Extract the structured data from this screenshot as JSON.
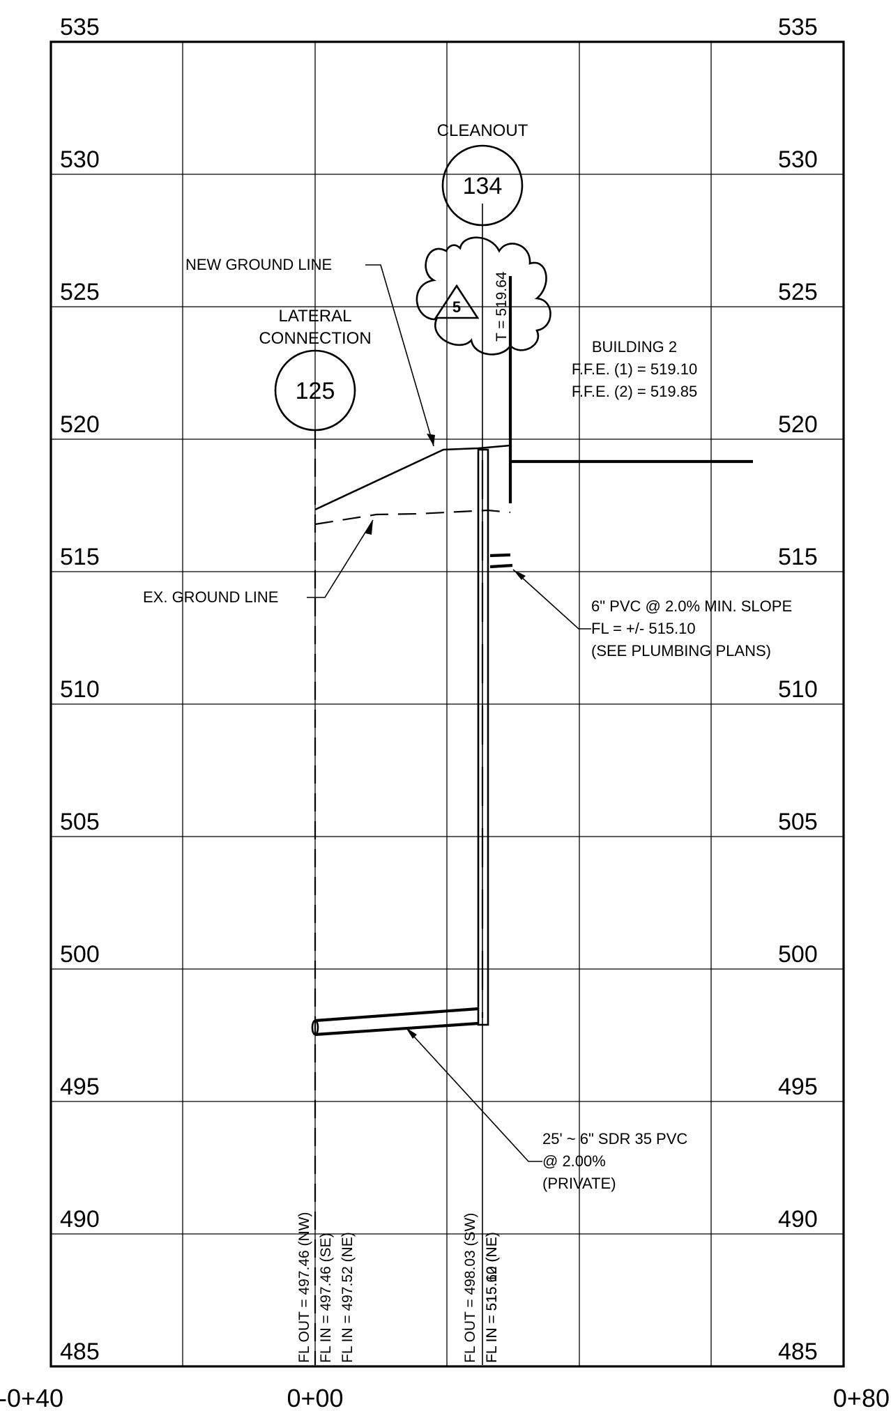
{
  "elevation_labels": [
    "535",
    "530",
    "525",
    "520",
    "515",
    "510",
    "505",
    "500",
    "495",
    "490",
    "485"
  ],
  "station_labels": {
    "left": "-0+40",
    "center": "0+00",
    "right": "0+80"
  },
  "structures": {
    "cleanout": {
      "label": "CLEANOUT",
      "number": "134"
    },
    "lateral": {
      "label_line1": "LATERAL",
      "label_line2": "CONNECTION",
      "number": "125"
    }
  },
  "revision": {
    "number": "5",
    "top_elevation": "T = 519.64"
  },
  "building": {
    "name": "BUILDING 2",
    "ffe1": "F.F.E. (1) = 519.10",
    "ffe2": "F.F.E. (2) = 519.85"
  },
  "callouts": {
    "new_ground": "NEW GROUND LINE",
    "ex_ground": "EX. GROUND LINE",
    "service_line1": "6\" PVC @ 2.0% MIN. SLOPE",
    "service_line2": "FL = +/- 515.10",
    "service_line3": "(SEE PLUMBING PLANS)",
    "pipe_line1": "25' ~ 6\" SDR 35 PVC",
    "pipe_line2": "@ 2.00%",
    "pipe_line3": "(PRIVATE)"
  },
  "flowlines": {
    "lateral": [
      "FL OUT = 497.46 (NW)",
      "FL IN = 497.46 (SE)",
      "FL IN = 497.52 (NE)"
    ],
    "cleanout": [
      "FL OUT = 498.03 (SW)",
      "FL IN = 515.62 (NE)",
      "FL IN = 515.10 (NE)"
    ]
  }
}
